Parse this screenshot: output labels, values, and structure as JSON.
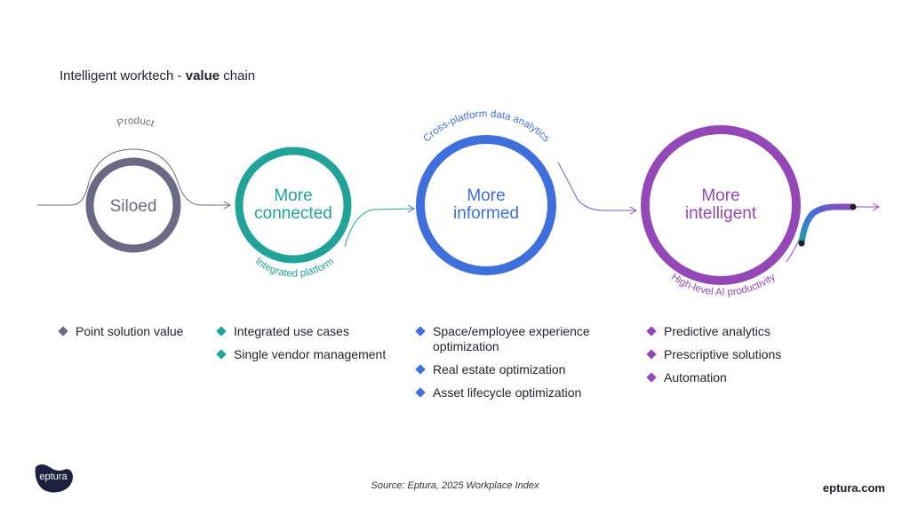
{
  "title": {
    "prefix": "Intelligent worktech - ",
    "bold": "value",
    "suffix": " chain"
  },
  "stages": [
    {
      "line1": "Siloed",
      "line2": "",
      "arc_label": "Product",
      "color": "#6b6a85"
    },
    {
      "line1": "More",
      "line2": "connected",
      "arc_label": "Integrated platform",
      "color": "#22a39a"
    },
    {
      "line1": "More",
      "line2": "informed",
      "arc_label": "Cross-platform data analytics",
      "color": "#3f6fdc"
    },
    {
      "line1": "More",
      "line2": "intelligent",
      "arc_label": "High-level AI productivity",
      "color": "#9448b8"
    }
  ],
  "bullets": [
    {
      "color": "#6b6a85",
      "items": [
        "Point solution value"
      ]
    },
    {
      "color": "#22a39a",
      "items": [
        "Integrated use cases",
        "Single vendor management"
      ]
    },
    {
      "color": "#3f6fdc",
      "items": [
        "Space/employee experience optimization",
        "Real estate optimization",
        "Asset lifecycle optimization"
      ]
    },
    {
      "color": "#9448b8",
      "items": [
        "Predictive analytics",
        "Prescriptive solutions",
        "Automation"
      ]
    }
  ],
  "footer": {
    "source": "Source: Eptura, 2025 Workplace Index",
    "site": "eptura.com",
    "logo_text": "eptura"
  }
}
